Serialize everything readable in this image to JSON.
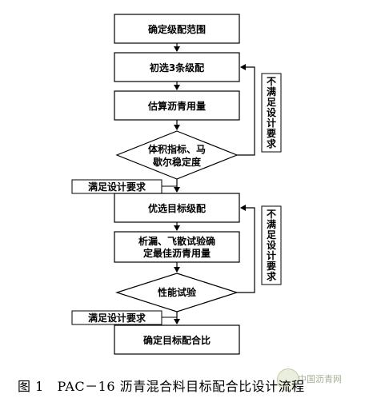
{
  "nodes": {
    "step1": "确定级配范围",
    "step2": "初选3条级配",
    "step3": "估算沥青用量",
    "decision1_line1": "体积指标、马",
    "decision1_line2": "歇尔稳定度",
    "step4": "优选目标级配",
    "step5_line1": "析漏、飞散试验确",
    "step5_line2": "定最佳沥青用量",
    "decision2": "性能试验",
    "step6": "确定目标配合比"
  },
  "labels": {
    "satisfy": "满足设计要求",
    "not_satisfy": [
      "不",
      "满",
      "足",
      "设",
      "计",
      "要",
      "求"
    ]
  },
  "caption": {
    "fig": "图 1",
    "text": "PAC－16 沥青混合料目标配合比设计流程"
  },
  "watermark": "中国沥青网"
}
